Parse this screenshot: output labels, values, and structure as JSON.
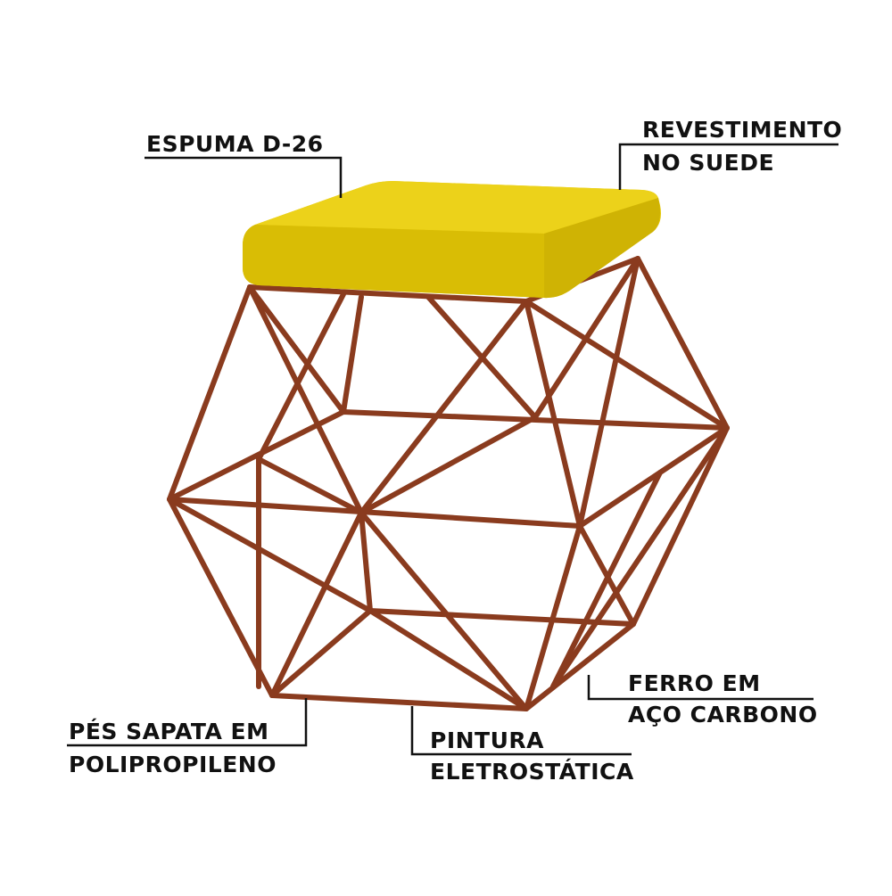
{
  "labels": {
    "espuma": "ESPUMA D-26",
    "revestimento": [
      "REVESTIMENTO",
      "NO SUEDE"
    ],
    "ferro": [
      "FERRO EM",
      "AÇO CARBONO"
    ],
    "pes": [
      "PÉS SAPATA EM",
      "POLIPROPILENO"
    ],
    "pintura": [
      "PINTURA",
      "ELETROSTÁTICA"
    ]
  },
  "colors": {
    "cushion": "#e5c90a",
    "frame": "#8a3b1e",
    "text": "#111111",
    "leader": "#111111"
  }
}
